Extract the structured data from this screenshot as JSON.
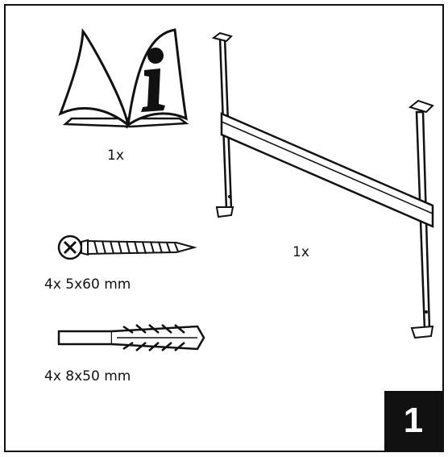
{
  "parts": {
    "manual": {
      "qty": "1x",
      "icon": "info-manual-icon",
      "glyph": "i"
    },
    "rail": {
      "qty": "1x",
      "icon": "mounting-rail-icon"
    },
    "screw": {
      "qty": "4x 5x60 mm",
      "icon": "screw-icon"
    },
    "anchor": {
      "qty": "4x 8x50 mm",
      "icon": "wall-plug-icon"
    }
  },
  "step": {
    "number": "1"
  },
  "colors": {
    "ink": "#111111",
    "background": "#ffffff"
  }
}
